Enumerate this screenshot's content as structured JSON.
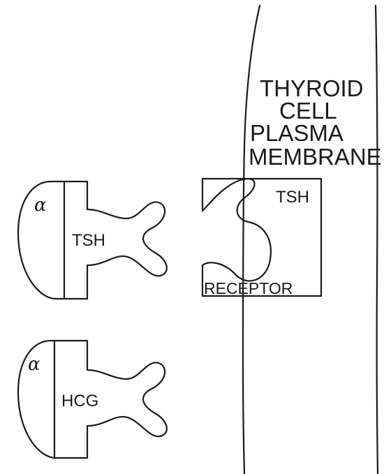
{
  "membrane": {
    "lines": [
      "THYROID",
      "CELL",
      "PLASMA",
      "MEMBRANE"
    ]
  },
  "receptor": {
    "top_label": "TSH",
    "bottom_label": "RECEPTOR"
  },
  "hormone_tsh": {
    "subunit_alpha": "α",
    "subunit_beta": "TSH"
  },
  "hormone_hcg": {
    "subunit_alpha": "α",
    "subunit_beta": "HCG"
  }
}
